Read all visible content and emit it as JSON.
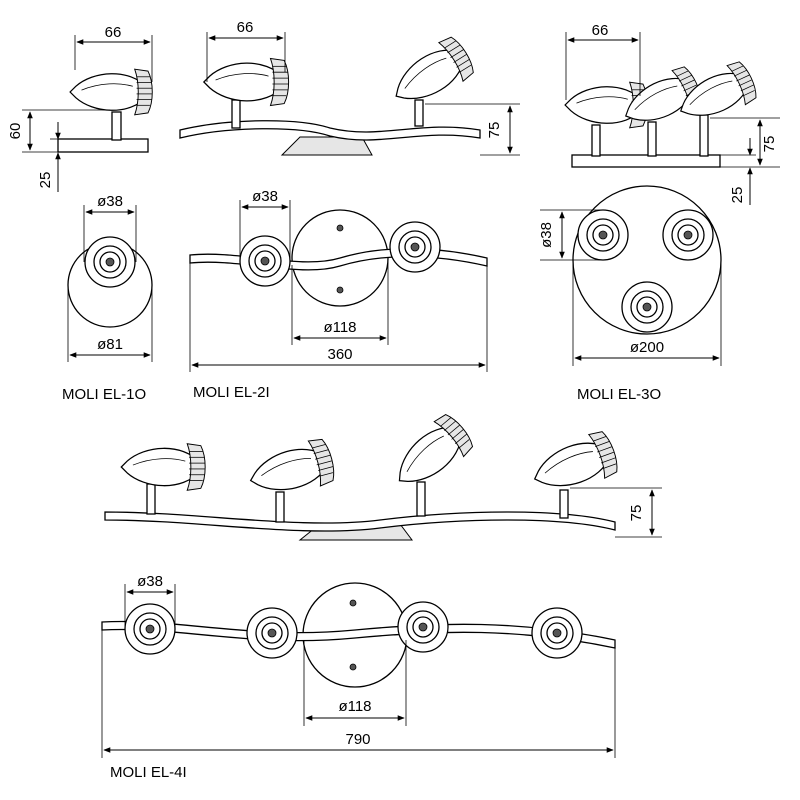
{
  "models": [
    {
      "name": "MOLI EL-1O",
      "dims": {
        "width": "66",
        "height": "60",
        "base_h": "25",
        "lamp_d": "ø38",
        "base_d": "ø81"
      }
    },
    {
      "name": "MOLI EL-2I",
      "dims": {
        "width": "66",
        "height": "75",
        "lamp_d": "ø38",
        "plate_d": "ø118",
        "length": "360"
      }
    },
    {
      "name": "MOLI EL-3O",
      "dims": {
        "width": "66",
        "height": "75",
        "base_h": "25",
        "lamp_d": "ø38",
        "plate_d": "ø200"
      }
    },
    {
      "name": "MOLI EL-4I",
      "dims": {
        "height": "75",
        "lamp_d": "ø38",
        "plate_d": "ø118",
        "length": "790"
      }
    }
  ]
}
